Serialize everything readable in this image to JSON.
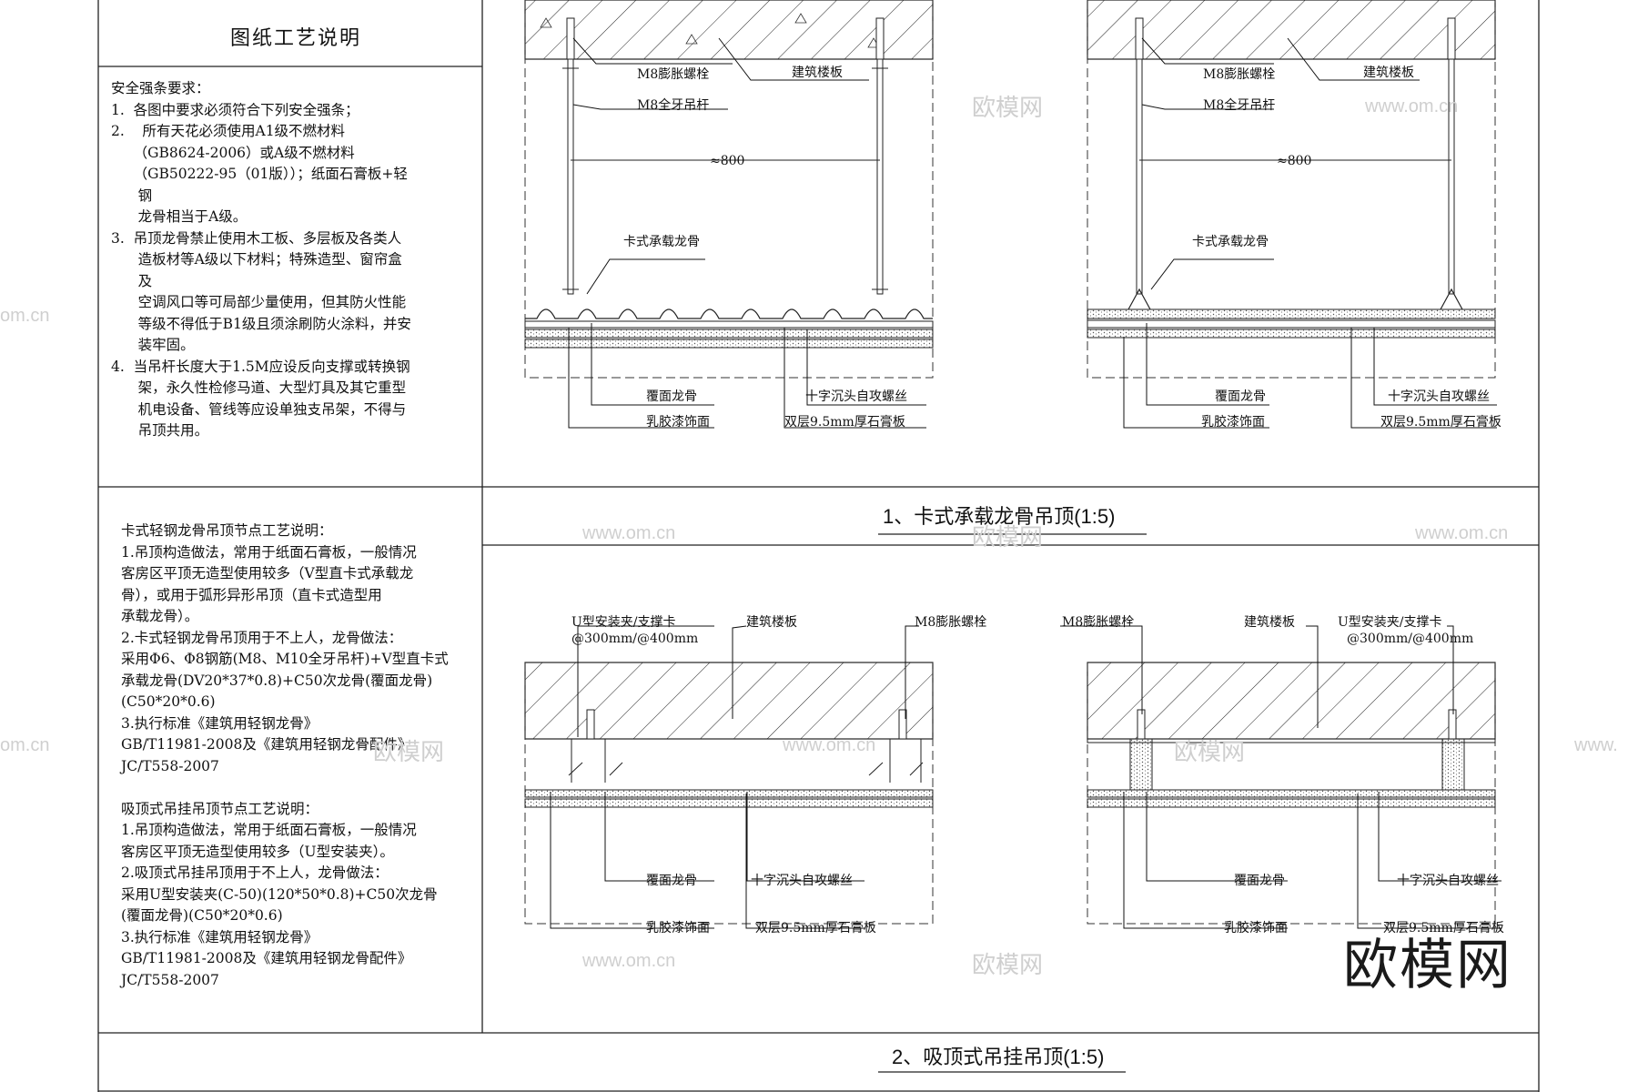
{
  "header": {
    "title": "图纸工艺说明"
  },
  "notes_top": {
    "lines": [
      "安全强条要求：",
      "1.  各图中要求必须符合下列安全强条；",
      "2.    所有天花必须使用A1级不燃材料",
      "     （GB8624-2006）或A级不燃材料",
      "     （GB50222-95（01版））；纸面石膏板+轻",
      "      钢",
      "      龙骨相当于A级。",
      "3.  吊顶龙骨禁止使用木工板、多层板及各类人",
      "      造板材等A级以下材料；特殊造型、窗帘盒",
      "      及",
      "      空调风口等可局部少量使用，但其防火性能",
      "      等级不得低于B1级且须涂刷防火涂料，并安",
      "      装牢固。",
      "4.  当吊杆长度大于1.5M应设反向支撑或转换钢",
      "      架，永久性检修马道、大型灯具及其它重型",
      "      机电设备、管线等应设单独支吊架，不得与",
      "      吊顶共用。"
    ]
  },
  "notes_bottom": {
    "lines": [
      "卡式轻钢龙骨吊顶节点工艺说明：",
      "1.吊顶构造做法，常用于纸面石膏板，一般情况",
      "客房区平顶无造型使用较多（V型直卡式承载龙",
      "骨），或用于弧形异形吊顶（直卡式造型用",
      "承载龙骨）。",
      "2.卡式轻钢龙骨吊顶用于不上人，龙骨做法：",
      "采用Φ6、Φ8钢筋(M8、M10全牙吊杆)+V型直卡式",
      "承载龙骨(DV20*37*0.8)+C50次龙骨(覆面龙骨)",
      "(C50*20*0.6)",
      "3.执行标准《建筑用轻钢龙骨》",
      "GB/T11981-2008及《建筑用轻钢龙骨配件》",
      "JC/T558-2007",
      "",
      "吸顶式吊挂吊顶节点工艺说明：",
      "1.吊顶构造做法，常用于纸面石膏板，一般情况",
      "客房区平顶无造型使用较多（U型安装夹）。",
      "2.吸顶式吊挂吊顶用于不上人，龙骨做法：",
      "采用U型安装夹(C-50)(120*50*0.8)+C50次龙骨",
      "(覆面龙骨)(C50*20*0.6)",
      "3.执行标准《建筑用轻钢龙骨》",
      "GB/T11981-2008及《建筑用轻钢龙骨配件》",
      "JC/T558-2007"
    ]
  },
  "diagram1": {
    "title": "1、卡式承载龙骨吊顶(1:5)",
    "labels": {
      "bolt": "M8膨胀螺栓",
      "slab": "建筑楼板",
      "rod": "M8全牙吊杆",
      "spacing": "≈800",
      "carrier": "卡式承载龙骨",
      "furring": "覆面龙骨",
      "screw": "十字沉头自攻螺丝",
      "paint": "乳胶漆饰面",
      "board": "双层9.5mm厚石膏板"
    }
  },
  "diagram2": {
    "title": "2、吸顶式吊挂吊顶(1:5)",
    "labels": {
      "clip": "U型安装夹/支撑卡",
      "clip_spacing": "@300mm/@400mm",
      "slab": "建筑楼板",
      "bolt": "M8膨胀螺栓",
      "furring": "覆面龙骨",
      "screw": "十字沉头自攻螺丝",
      "paint": "乳胶漆饰面",
      "board": "双层9.5mm厚石膏板"
    }
  },
  "watermarks": {
    "site": "www.om.cn",
    "site_short": "om.cn",
    "brand": "欧模网",
    "www_fragment": "www."
  }
}
